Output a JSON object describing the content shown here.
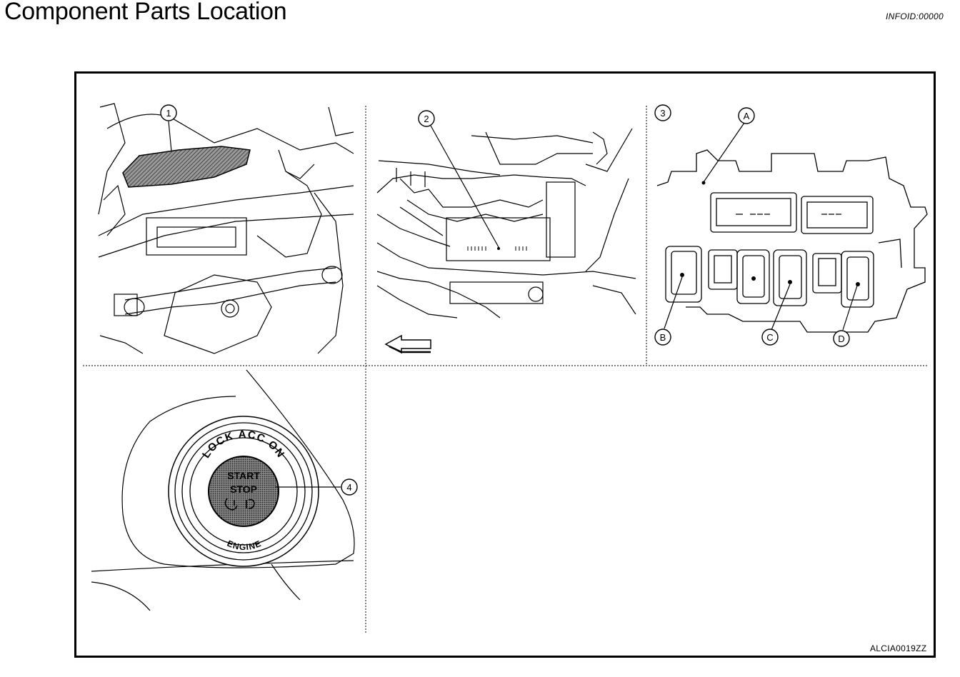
{
  "header": {
    "title": "Component Parts Location",
    "info_id": "INFOID:00000"
  },
  "figure": {
    "callouts": [
      "1",
      "2",
      "3",
      "4"
    ],
    "connector_labels": [
      "A",
      "B",
      "C",
      "D"
    ],
    "switch": {
      "ring_text": "LOCK ACC ON",
      "button_line1": "START",
      "button_line2": "STOP",
      "bottom_text": "ENGINE"
    },
    "fig_code": "ALCIA0019ZZ"
  },
  "icons": [
    "front-arrow-icon"
  ]
}
